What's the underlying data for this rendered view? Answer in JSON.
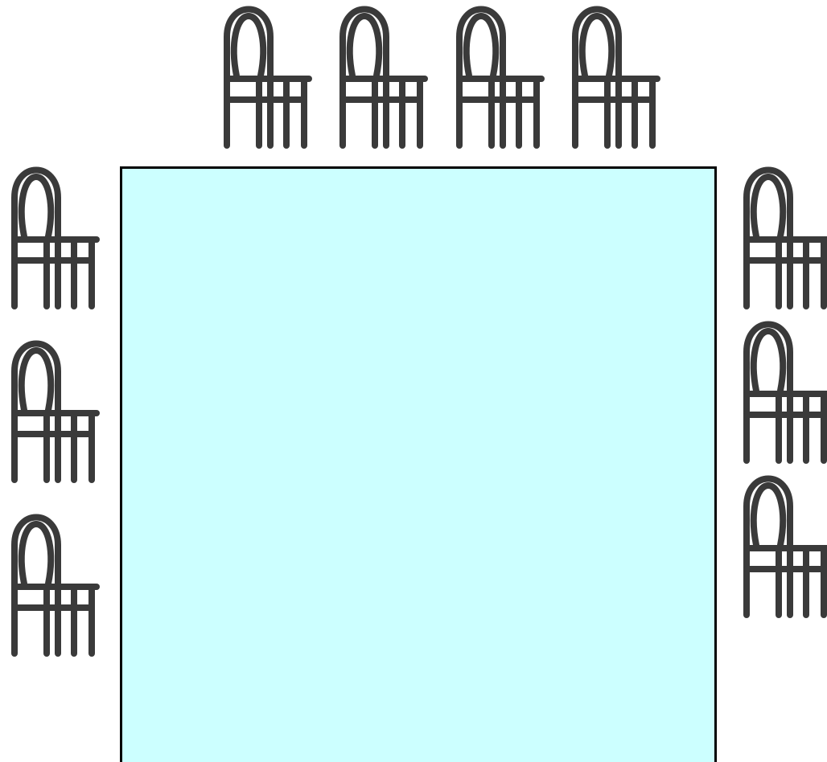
{
  "table": {
    "fill_color": "#ccffff",
    "border_color": "#000000"
  },
  "chair_color": "#3a3a3a",
  "chairs": {
    "top_count": 4,
    "left_count": 3,
    "right_count": 3,
    "icon": "chair-icon"
  }
}
